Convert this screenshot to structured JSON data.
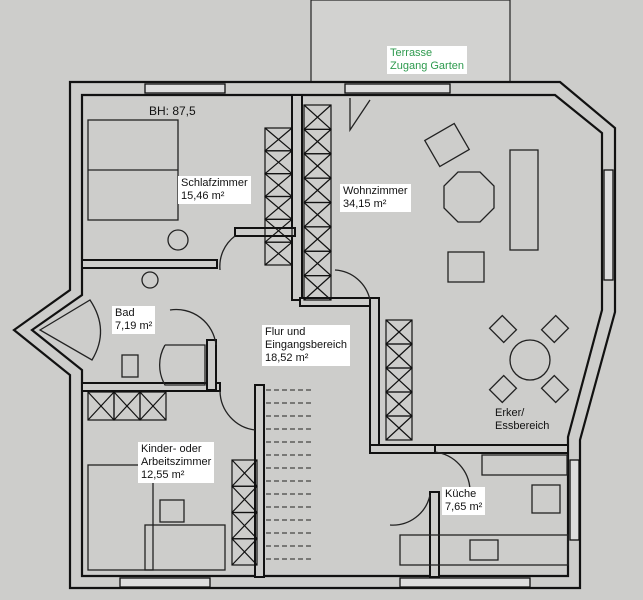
{
  "terrace": {
    "line1": "Terrasse",
    "line2": "Zugang Garten"
  },
  "parapet_height": "BH: 87,5",
  "rooms": [
    {
      "name": "Schlafzimmer",
      "area": "15,46 m²"
    },
    {
      "name": "Wohnzimmer",
      "area": "34,15 m²"
    },
    {
      "name": "Bad",
      "area": "7,19 m²"
    },
    {
      "name_line1": "Flur und",
      "name_line2": "Eingangsbereich",
      "area": "18,52 m²"
    },
    {
      "name_line1": "Erker/",
      "name_line2": "Essbereich"
    },
    {
      "name_line1": "Kinder- oder",
      "name_line2": "Arbeitszimmer",
      "area": "12,55 m²"
    },
    {
      "name": "Küche",
      "area": "7,65 m²"
    }
  ],
  "colors": {
    "background": "#cdcdcb",
    "walls": "#111111",
    "terrace_text": "#2e9a4e"
  }
}
